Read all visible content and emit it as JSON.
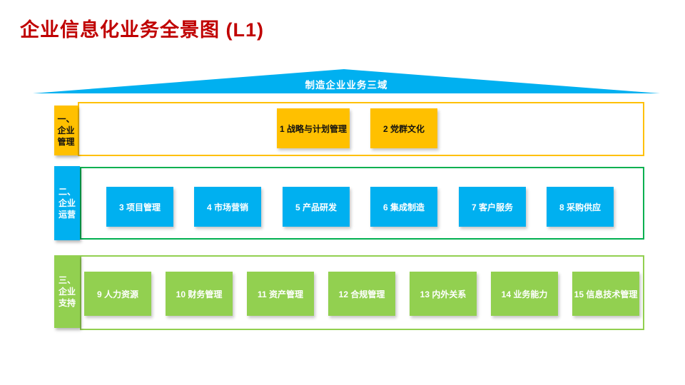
{
  "page_title": "企业信息化业务全景图 (L1)",
  "roof": {
    "label": "制造企业业务三域"
  },
  "colors": {
    "title_red": "#C00000",
    "amber": "#FFC000",
    "blue": "#00B0F0",
    "green_dark": "#00B050",
    "green_light": "#92D050",
    "white": "#FFFFFF",
    "dark_text": "#111111"
  },
  "bands": [
    {
      "name": "enterprise-management",
      "label": "一、企业管理",
      "label_lines": [
        "一、",
        "企业",
        "管理"
      ],
      "fill": "#FFC000",
      "border": "#FFC000",
      "text_color": "#111111",
      "items": [
        "1 战略与计划管理",
        "2 党群文化"
      ]
    },
    {
      "name": "enterprise-operations",
      "label": "二、企业运营",
      "label_lines": [
        "二、",
        "企业",
        "运营"
      ],
      "fill": "#00B0F0",
      "border": "#00B050",
      "text_color": "#FFFFFF",
      "items": [
        "3 项目管理",
        "4 市场营销",
        "5 产品研发",
        "6 集成制造",
        "7 客户服务",
        "8 采购供应"
      ]
    },
    {
      "name": "enterprise-support",
      "label": "三、企业支持",
      "label_lines": [
        "三、",
        "企业",
        "支持"
      ],
      "fill": "#92D050",
      "border": "#92D050",
      "text_color": "#FFFFFF",
      "items": [
        "9 人力资源",
        "10 财务管理",
        "11 资产管理",
        "12 合规管理",
        "13 内外关系",
        "14 业务能力",
        "15 信息技术管理"
      ]
    }
  ]
}
